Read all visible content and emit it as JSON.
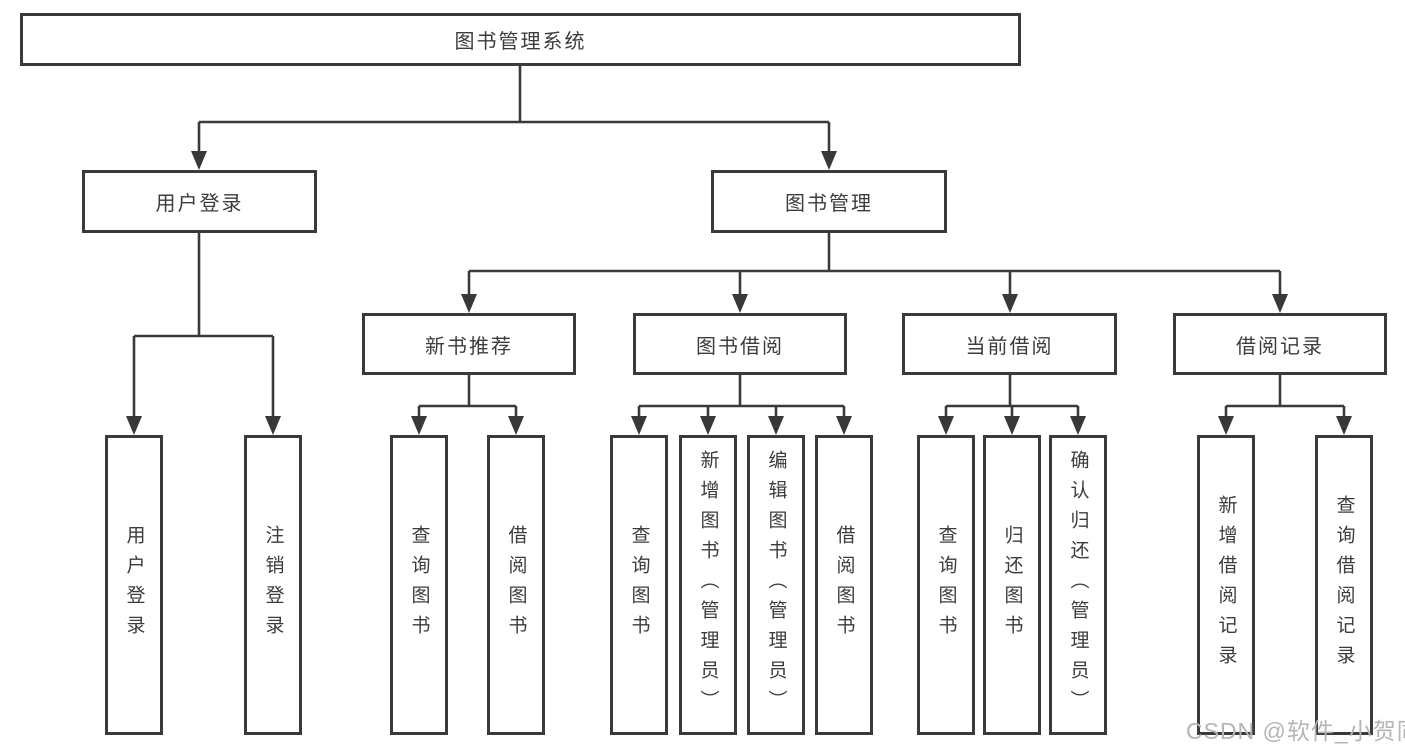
{
  "nodes": {
    "root": "图书管理系统",
    "level2": [
      {
        "label": "用户登录"
      },
      {
        "label": "图书管理"
      }
    ],
    "level3": [
      {
        "label": "新书推荐"
      },
      {
        "label": "图书借阅"
      },
      {
        "label": "当前借阅"
      },
      {
        "label": "借阅记录"
      }
    ],
    "leaves": [
      "用户登录",
      "注销登录",
      "查询图书",
      "借阅图书",
      "查询图书",
      "新增图书（管理员）",
      "编辑图书（管理员）",
      "借阅图书",
      "查询图书",
      "归还图书",
      "确认归还（管理员）",
      "新增借阅记录",
      "查询借阅记录"
    ]
  },
  "hierarchy": {
    "图书管理系统": {
      "用户登录": [
        "用户登录",
        "注销登录"
      ],
      "图书管理": {
        "新书推荐": [
          "查询图书",
          "借阅图书"
        ],
        "图书借阅": [
          "查询图书",
          "新增图书（管理员）",
          "编辑图书（管理员）",
          "借阅图书"
        ],
        "当前借阅": [
          "查询图书",
          "归还图书",
          "确认归还（管理员）"
        ],
        "借阅记录": [
          "新增借阅记录",
          "查询借阅记录"
        ]
      }
    }
  },
  "watermark": "CSDN @软件_小贺同学",
  "colors": {
    "line": "#3a3a3a",
    "text": "#3c3c3c",
    "box_background": "#ffffff",
    "watermark": "#b5b5b5"
  }
}
